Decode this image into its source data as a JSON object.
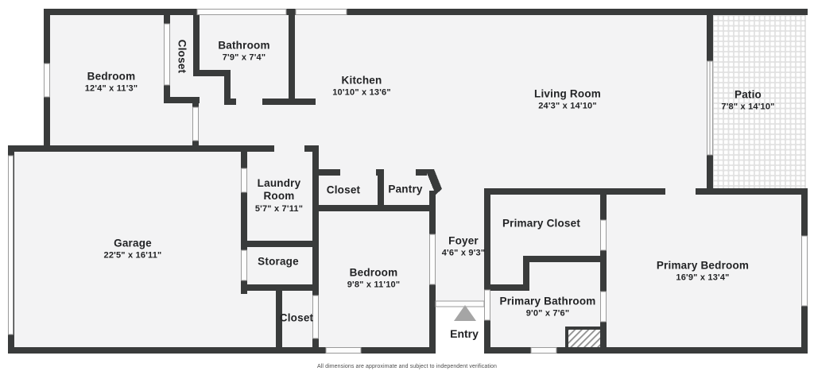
{
  "plan": {
    "footer": "All dimensions are approximate and subject to independent verification",
    "entry_label": "Entry",
    "colors": {
      "wall": "#393b3b",
      "floor": "#f3f3f4",
      "entry_arrow": "#a5a5a5"
    },
    "rooms": {
      "bedroom1": {
        "name": "Bedroom",
        "dims": "12'4\" x 11'3\""
      },
      "closet1": {
        "name": "Closet"
      },
      "bathroom": {
        "name": "Bathroom",
        "dims": "7'9\" x 7'4\""
      },
      "kitchen": {
        "name": "Kitchen",
        "dims": "10'10\" x 13'6\""
      },
      "living_room": {
        "name": "Living Room",
        "dims": "24'3\" x 14'10\""
      },
      "patio": {
        "name": "Patio",
        "dims": "7'8\" x 14'10\""
      },
      "garage": {
        "name": "Garage",
        "dims": "22'5\" x 16'11\""
      },
      "laundry_room": {
        "name": "Laundry Room",
        "dims": "5'7\" x 7'11\""
      },
      "closet2": {
        "name": "Closet"
      },
      "pantry": {
        "name": "Pantry"
      },
      "storage": {
        "name": "Storage"
      },
      "bedroom2": {
        "name": "Bedroom",
        "dims": "9'8\" x 11'10\""
      },
      "closet3": {
        "name": "Closet"
      },
      "foyer": {
        "name": "Foyer",
        "dims": "4'6\" x 9'3\""
      },
      "primary_closet": {
        "name": "Primary Closet"
      },
      "primary_bathroom": {
        "name": "Primary Bathroom",
        "dims": "9'0\" x 7'6\""
      },
      "primary_bedroom": {
        "name": "Primary Bedroom",
        "dims": "16'9\" x 13'4\""
      }
    }
  }
}
